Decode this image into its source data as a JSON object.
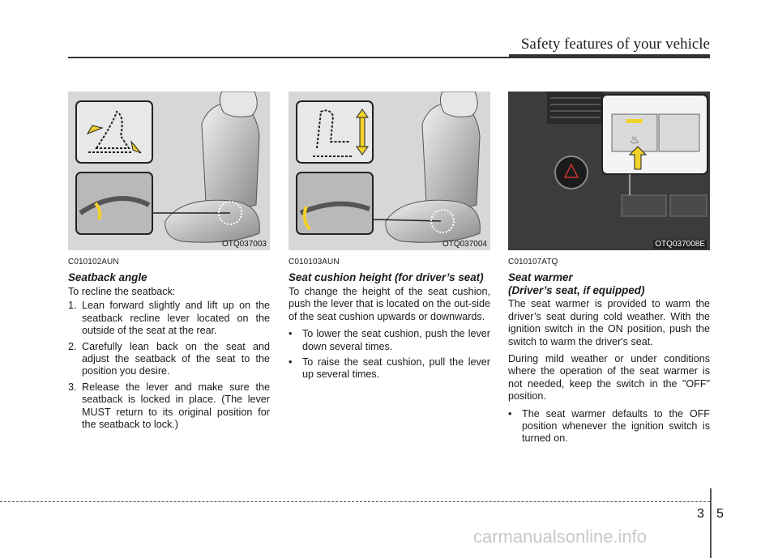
{
  "header": {
    "title": "Safety features of your vehicle"
  },
  "figures": [
    {
      "code": "OTQ037003",
      "icon": "seatback-recline-illustration"
    },
    {
      "code": "OTQ037004",
      "icon": "seat-height-illustration"
    },
    {
      "code": "OTQ037008E",
      "icon": "seat-warmer-switch-illustration"
    }
  ],
  "col1": {
    "code": "C010102AUN",
    "heading": "Seatback angle",
    "intro": "To recline the seatback:",
    "items": [
      {
        "marker": "1.",
        "text": "Lean forward slightly and lift up on the seatback recline lever located on the outside of the seat at the rear."
      },
      {
        "marker": "2.",
        "text": "Carefully lean back on the seat and adjust the seatback of the seat to the position you desire."
      },
      {
        "marker": "3.",
        "text": "Release the lever and make sure the seatback is locked in place. (The lever MUST return to its original position for the seatback to lock.)"
      }
    ]
  },
  "col2": {
    "code": "C010103AUN",
    "heading": "Seat cushion height (for driver’s seat)",
    "intro": "To change the height of the seat cushion, push the lever that is located on the out-side of the seat cushion upwards or downwards.",
    "items": [
      {
        "marker": "•",
        "text": "To lower the seat cushion, push the lever down several times."
      },
      {
        "marker": "•",
        "text": "To raise the seat cushion, pull the lever up several times."
      }
    ]
  },
  "col3": {
    "code": "C010107ATQ",
    "heading1": "Seat warmer",
    "heading2": "(Driver’s seat, if equipped)",
    "para1": "The seat warmer is provided to warm the driver’s seat during cold weather. With the ignition switch in the ON position, push the switch to warm the driver's seat.",
    "para2": "During mild weather or under conditions where the operation of the seat warmer is not needed, keep the switch in the \"OFF\" position.",
    "items": [
      {
        "marker": "•",
        "text": "The seat warmer defaults to the OFF position whenever the ignition switch is turned on."
      }
    ]
  },
  "footer": {
    "chapter": "3",
    "page": "5",
    "watermark": "carmanualsonline.info"
  }
}
